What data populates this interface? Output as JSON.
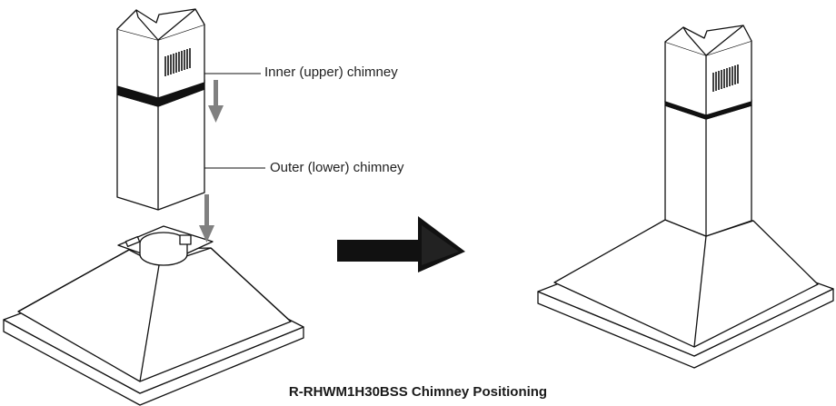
{
  "labels": {
    "inner_chimney": "Inner (upper) chimney",
    "outer_chimney": "Outer (lower) chimney"
  },
  "caption": "R-RHWM1H30BSS Chimney Positioning",
  "colors": {
    "line": "#111111",
    "arrow_gray": "#808080",
    "arrow_dark": "#111111"
  },
  "icons": {
    "down_arrow": "down-arrow-icon",
    "right_arrow": "right-arrow-icon"
  }
}
